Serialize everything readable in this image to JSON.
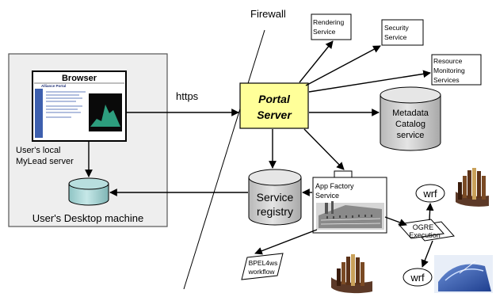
{
  "labels": {
    "firewall": "Firewall",
    "browser_title": "Browser",
    "browser_portal_header": "Alliance Portal",
    "https": "https",
    "local_server": [
      "User's local",
      "MyLead server"
    ],
    "desktop": "User's Desktop machine",
    "portal_server": [
      "Portal",
      "Server"
    ],
    "service_registry": [
      "Service",
      "registry"
    ],
    "metadata_catalog": [
      "Metadata",
      "Catalog",
      "service"
    ],
    "rendering_service": [
      "Rendering",
      "Service"
    ],
    "security_service": [
      "Security",
      "Service"
    ],
    "resource_monitoring": [
      "Resource",
      "Monitoring",
      "Services"
    ],
    "app_factory": [
      "App Factory",
      "Service"
    ],
    "ogre_execution": [
      "OGRE",
      "Execution"
    ],
    "bpel_workflow": [
      "BPEL4ws",
      "workflow"
    ],
    "wrf_top": "wrf",
    "wrf_bottom": "wrf"
  },
  "colors": {
    "portal_fill": "#ffff99",
    "cylinder_fill": "#d0d0d0",
    "local_cylinder_fill": "#99cccc",
    "desktop_fill": "#eeeeee",
    "arrow": "#000000"
  }
}
